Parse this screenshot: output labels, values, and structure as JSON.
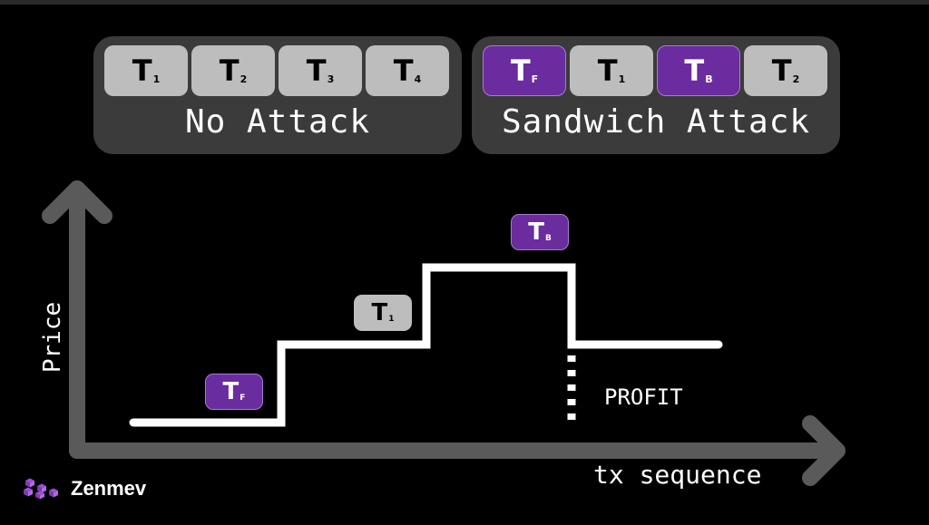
{
  "no_attack": {
    "title": "No Attack",
    "transactions": [
      {
        "letter": "T",
        "sub": "1",
        "kind": "victim"
      },
      {
        "letter": "T",
        "sub": "2",
        "kind": "victim"
      },
      {
        "letter": "T",
        "sub": "3",
        "kind": "victim"
      },
      {
        "letter": "T",
        "sub": "4",
        "kind": "victim"
      }
    ]
  },
  "sandwich_attack": {
    "title": "Sandwich Attack",
    "transactions": [
      {
        "letter": "T",
        "sub": "F",
        "kind": "attacker"
      },
      {
        "letter": "T",
        "sub": "1",
        "kind": "victim"
      },
      {
        "letter": "T",
        "sub": "B",
        "kind": "attacker"
      },
      {
        "letter": "T",
        "sub": "2",
        "kind": "victim"
      }
    ]
  },
  "diagram": {
    "y_axis_label": "Price",
    "x_axis_label": "tx sequence",
    "profit_label": "PROFIT",
    "step_markers": [
      {
        "letter": "T",
        "sub": "F",
        "kind": "attacker"
      },
      {
        "letter": "T",
        "sub": "1",
        "kind": "victim"
      },
      {
        "letter": "T",
        "sub": "B",
        "kind": "attacker"
      }
    ]
  },
  "brand": {
    "name": "Zenmev"
  },
  "colors": {
    "background": "#000000",
    "panel": "#3b3b3b",
    "victim_chip": "#bdbdbd",
    "attacker_chip": "#6a2c9e",
    "axis": "#5a5a5a",
    "line": "#ffffff",
    "logo_purple": "#9b4fd6"
  }
}
